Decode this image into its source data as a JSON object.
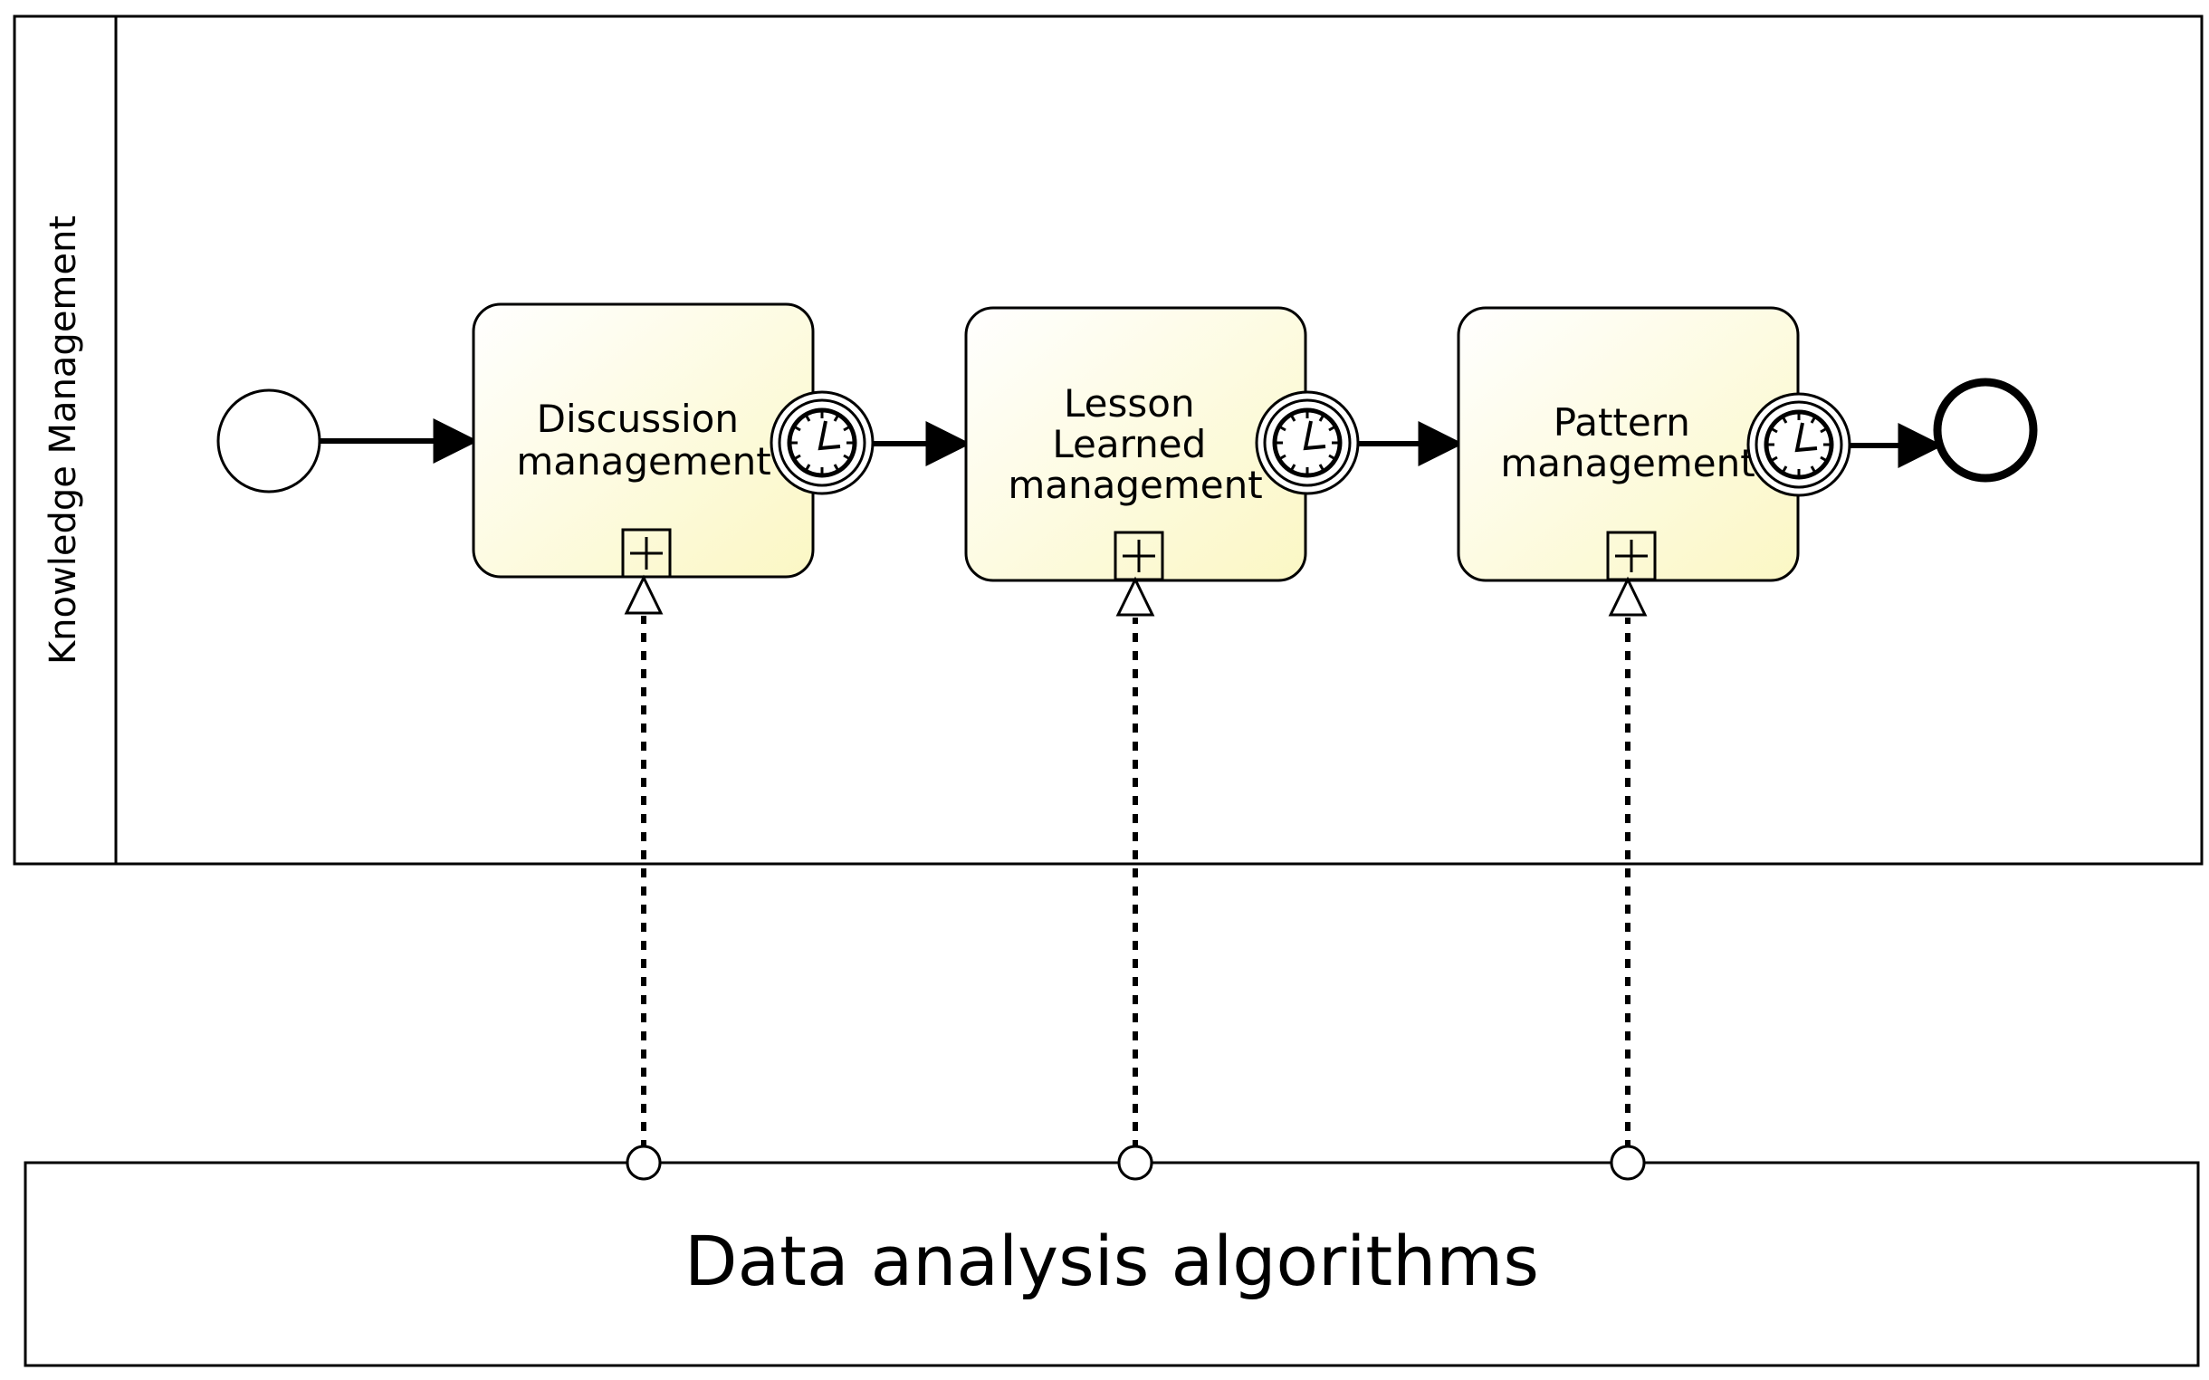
{
  "colors": {
    "stroke": "#000000",
    "background": "#ffffff",
    "task_fill_light": "#ffffff",
    "task_fill_dark": "#fbf7c4"
  },
  "lane": {
    "label": "Knowledge Management"
  },
  "tasks": [
    {
      "id": "discussion",
      "lines": [
        "Discussion",
        "management"
      ]
    },
    {
      "id": "lesson",
      "lines": [
        "Lesson",
        "Learned",
        "management"
      ]
    },
    {
      "id": "pattern",
      "lines": [
        "Pattern",
        "management"
      ]
    }
  ],
  "pool": {
    "label": "Data analysis algorithms"
  },
  "icons": {
    "start_event": "start-event-circle",
    "end_event": "end-event-circle",
    "timer_event": "timer-clock-icon",
    "subprocess_marker": "plus-box-icon"
  }
}
